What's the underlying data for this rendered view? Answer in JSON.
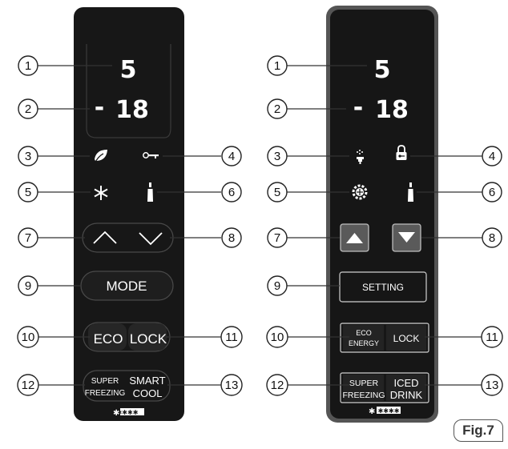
{
  "figure_label": "Fig.7",
  "left_panel": {
    "display": {
      "top_digit": "5",
      "bottom_minus": "-",
      "bottom_digits": "18"
    },
    "buttons": {
      "mode": "MODE",
      "eco": "ECO",
      "lock": "LOCK",
      "super_line1": "SUPER",
      "super_line2": "FREEZING",
      "smart_line1": "SMART",
      "smart_line2": "COOL"
    },
    "stars": "✱✱✱✱",
    "icons": [
      "leaf-icon",
      "key-icon",
      "snowflake-icon",
      "bottle-icon",
      "chevron-up-icon",
      "chevron-down-icon"
    ]
  },
  "right_panel": {
    "display": {
      "top_digit": "5",
      "bottom_minus": "-",
      "bottom_digits": "18"
    },
    "buttons": {
      "setting": "SETTING",
      "eco_line1": "ECO",
      "eco_line2": "ENERGY",
      "lock": "LOCK",
      "super_line1": "SUPER",
      "super_line2": "FREEZING",
      "iced_line1": "ICED",
      "iced_line2": "DRINK"
    },
    "stars": "✱✱✱✱",
    "icons": [
      "ice-maker-icon",
      "padlock-icon",
      "gear-snowflake-icon",
      "bottle-icon",
      "arrow-up-icon",
      "arrow-down-icon"
    ]
  },
  "callouts": {
    "left": [
      "1",
      "2",
      "3",
      "4",
      "5",
      "6",
      "7",
      "8",
      "9",
      "10",
      "11",
      "12",
      "13"
    ],
    "right": [
      "1",
      "2",
      "3",
      "4",
      "5",
      "6",
      "7",
      "8",
      "9",
      "10",
      "11",
      "12",
      "13"
    ]
  }
}
